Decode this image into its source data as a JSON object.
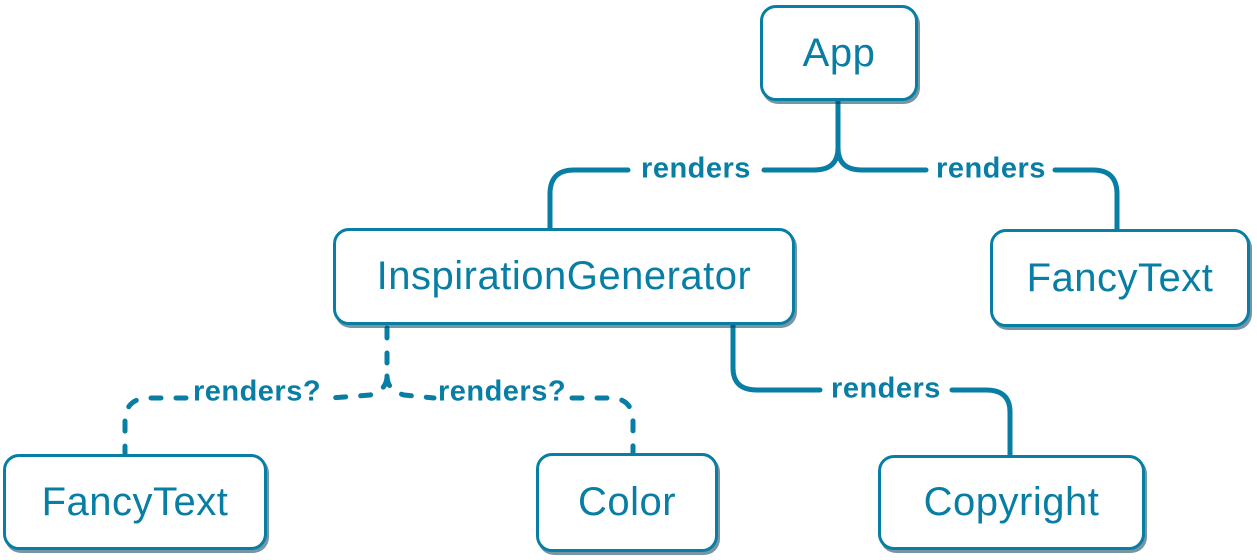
{
  "diagram": {
    "type": "component-tree",
    "accent_color": "#087ea4",
    "shadow_color": "rgba(10,62,88,0.55)",
    "background_color": "#ffffff",
    "nodes": {
      "app": {
        "label": "App"
      },
      "inspiration_generator": {
        "label": "InspirationGenerator"
      },
      "fancy_text_top": {
        "label": "FancyText"
      },
      "fancy_text_bottom": {
        "label": "FancyText"
      },
      "color": {
        "label": "Color"
      },
      "copyright": {
        "label": "Copyright"
      }
    },
    "edges": {
      "app_to_inspiration_generator": {
        "label": "renders",
        "style": "solid"
      },
      "app_to_fancy_text": {
        "label": "renders",
        "style": "solid"
      },
      "inspiration_generator_to_copyright": {
        "label": "renders",
        "style": "solid"
      },
      "inspiration_generator_to_fancy_text": {
        "label": "renders?",
        "style": "dashed"
      },
      "inspiration_generator_to_color": {
        "label": "renders?",
        "style": "dashed"
      }
    }
  }
}
